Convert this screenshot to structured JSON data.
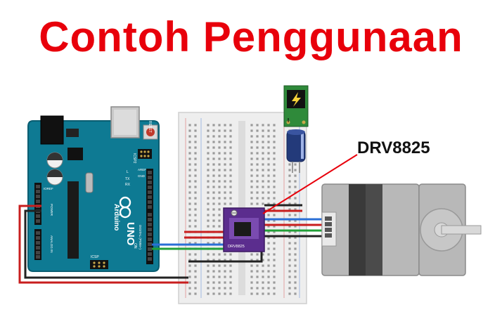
{
  "title": "Contoh Penggunaan",
  "callout_label": "DRV8825",
  "arduino": {
    "brand": "Arduino",
    "model": "UNO",
    "on_label": "ON",
    "reset_label": "RESET",
    "icsp_label": "ICSP",
    "icsp2_label": "ICSP2",
    "tx_label": "TX",
    "rx_label": "RX",
    "l_label": "L",
    "aref_label": "AREF",
    "gnd_label": "GND",
    "ioref_label": "IOREF",
    "power_label": "POWER",
    "analog_label": "ANALOG IN",
    "digital_label": "DIGITAL (PWM~)"
  },
  "driver_chip_label": "DRV8825",
  "colors": {
    "title_red": "#e8000b",
    "wire_red": "#c81e1e",
    "wire_black": "#222222",
    "wire_blue": "#2a6fd6",
    "wire_green": "#22a038",
    "arduino_teal": "#0e7a93",
    "driver_purple": "#5b2d8e",
    "breadboard": "#eeeeee",
    "motor_gray": "#b8b8b8",
    "motor_dark": "#3a3a3a",
    "power_jack_green": "#2f8a3a",
    "callout_line": "#e8000b"
  },
  "icons": {
    "power_symbol": "lightning-bolt-icon",
    "arduino_logo": "infinity-logo-icon"
  }
}
